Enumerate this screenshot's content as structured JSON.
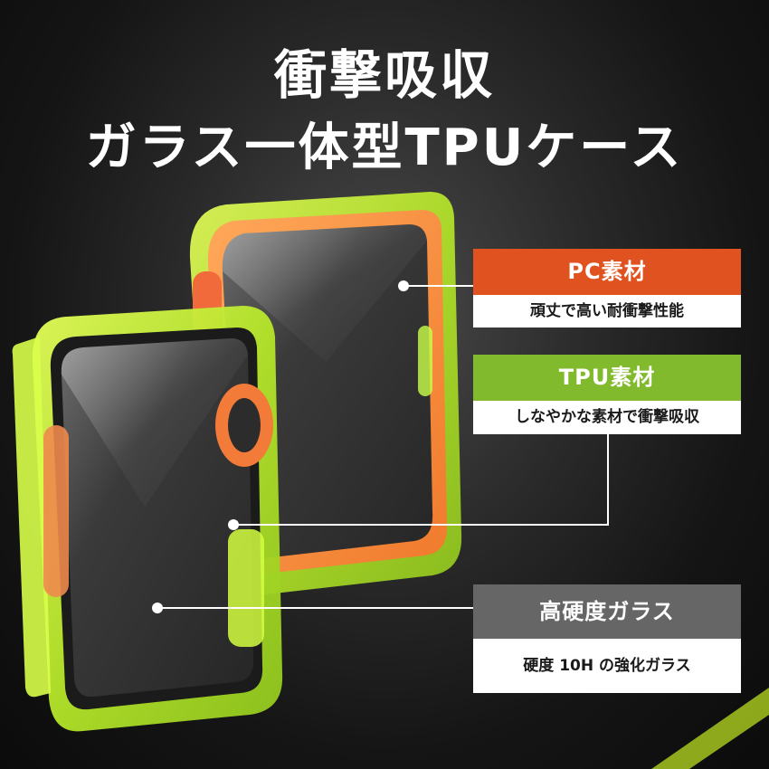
{
  "title": {
    "line1": "衝撃吸収",
    "line2": "ガラス一体型TPUケース"
  },
  "callouts": [
    {
      "heading": "PC素材",
      "description": "頑丈で高い耐衝撃性能",
      "color": "#e0521f"
    },
    {
      "heading": "TPU素材",
      "description": "しなやかな素材で衝撃吸収",
      "color": "#82ba2d"
    },
    {
      "heading": "高硬度ガラス",
      "description": "硬度 10H の強化ガラス",
      "color": "#666666"
    }
  ],
  "colors": {
    "accent_orange": "#e0521f",
    "accent_green": "#82ba2d",
    "neon_yellow_green": "#c8f028",
    "background": "#1a1a1a"
  }
}
